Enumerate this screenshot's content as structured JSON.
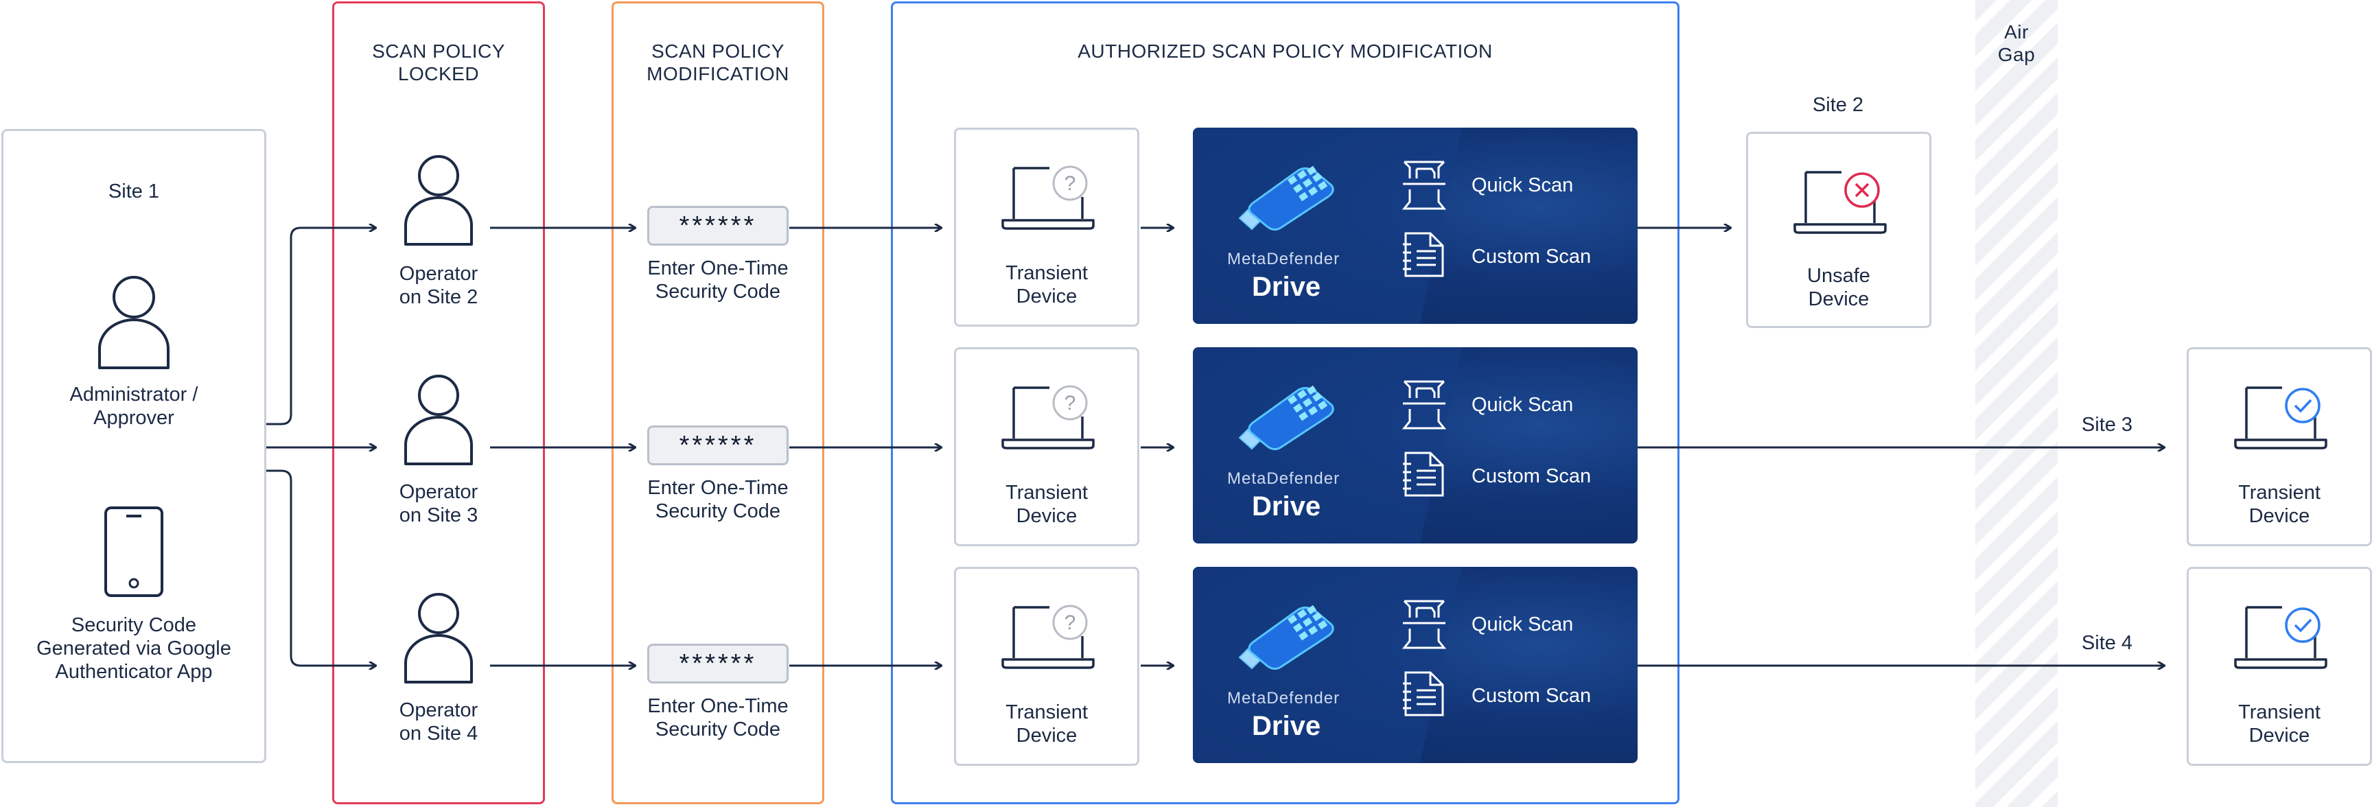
{
  "site1": {
    "title": "Site 1",
    "admin_label": "Administrator /\nApprover",
    "phone_label": "Security Code\nGenerated via Google\nAuthenticator App"
  },
  "columns": {
    "locked": "SCAN POLICY\nLOCKED",
    "modification": "SCAN POLICY\nMODIFICATION",
    "authorized": "AUTHORIZED SCAN POLICY MODIFICATION",
    "airgap": "Air\nGap"
  },
  "rows": [
    {
      "operator": "Operator\non Site 2",
      "code": "******",
      "code_label": "Enter One-Time\nSecurity Code",
      "device": "Transient\nDevice",
      "drive_brand": "MetaDefender",
      "drive_name": "Drive",
      "quick_scan": "Quick Scan",
      "custom_scan": "Custom Scan"
    },
    {
      "operator": "Operator\non Site 3",
      "code": "******",
      "code_label": "Enter One-Time\nSecurity Code",
      "device": "Transient\nDevice",
      "drive_brand": "MetaDefender",
      "drive_name": "Drive",
      "quick_scan": "Quick Scan",
      "custom_scan": "Custom Scan"
    },
    {
      "operator": "Operator\non Site 4",
      "code": "******",
      "code_label": "Enter One-Time\nSecurity Code",
      "device": "Transient\nDevice",
      "drive_brand": "MetaDefender",
      "drive_name": "Drive",
      "quick_scan": "Quick Scan",
      "custom_scan": "Custom Scan"
    }
  ],
  "destinations": {
    "site2_title": "Site 2",
    "site2_device": "Unsafe\nDevice",
    "site3_title": "Site 3",
    "site3_device": "Transient\nDevice",
    "site4_title": "Site 4",
    "site4_device": "Transient\nDevice"
  },
  "colors": {
    "navy": "#1c2a44",
    "locked_border": "#e53a5b",
    "modification_border": "#f39a5a",
    "authorized_border": "#3d7ff0",
    "unsafe": "#e0294f",
    "safe": "#2f7df2"
  },
  "icons": [
    "person-icon",
    "phone-icon",
    "laptop-question-icon",
    "laptop-x-icon",
    "laptop-check-icon",
    "usb-drive-icon",
    "quick-scan-icon",
    "custom-scan-icon",
    "arrow-icon"
  ]
}
